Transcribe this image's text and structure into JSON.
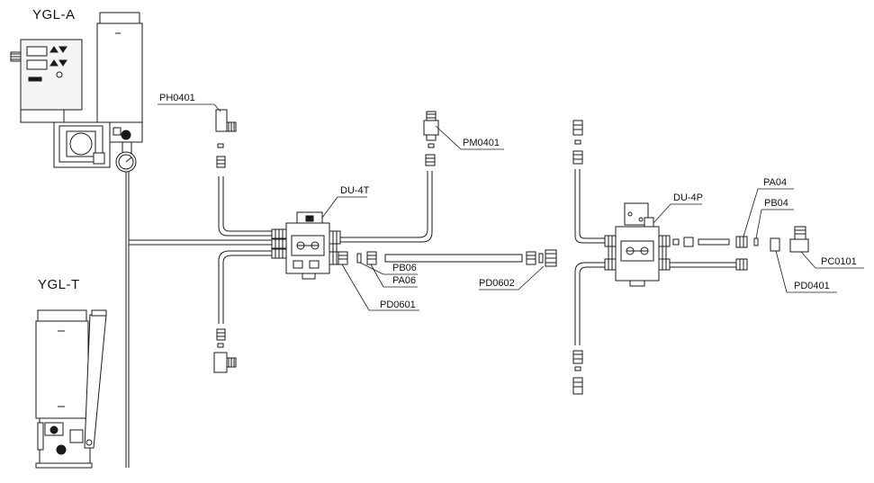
{
  "units": {
    "ygl_a": "YGL-A",
    "ygl_t": "YGL-T"
  },
  "labels": {
    "ph0401": "PH0401",
    "pm0401": "PM0401",
    "du4t": "DU-4T",
    "pb06": "PB06",
    "pa06": "PA06",
    "pd0601": "PD0601",
    "pd0602": "PD0602",
    "du4p": "DU-4P",
    "pa04": "PA04",
    "pb04": "PB04",
    "pc0101": "PC0101",
    "pd0401": "PD0401"
  },
  "colors": {
    "line": "#1a1a1a",
    "fill": "#ffffff",
    "panel": "#f2f2f2"
  }
}
